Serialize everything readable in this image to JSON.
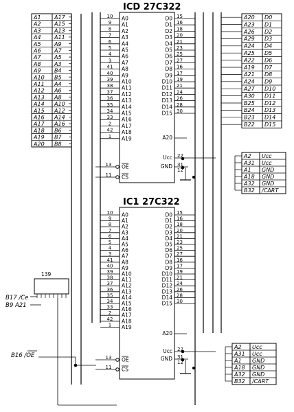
{
  "ic_top": {
    "title": "ICD 27C322",
    "left_pins": [
      {
        "pin": "10",
        "name": "A0"
      },
      {
        "pin": "9",
        "name": "A1"
      },
      {
        "pin": "8",
        "name": "A2"
      },
      {
        "pin": "7",
        "name": "A3"
      },
      {
        "pin": "6",
        "name": "A4"
      },
      {
        "pin": "5",
        "name": "A5"
      },
      {
        "pin": "4",
        "name": "A6"
      },
      {
        "pin": "3",
        "name": "A7"
      },
      {
        "pin": "41",
        "name": "A8"
      },
      {
        "pin": "40",
        "name": "A9"
      },
      {
        "pin": "39",
        "name": "A10"
      },
      {
        "pin": "38",
        "name": "A11"
      },
      {
        "pin": "37",
        "name": "A12"
      },
      {
        "pin": "36",
        "name": "A13"
      },
      {
        "pin": "35",
        "name": "A14"
      },
      {
        "pin": "34",
        "name": "A15"
      },
      {
        "pin": "33",
        "name": "A16"
      },
      {
        "pin": "2",
        "name": "A17"
      },
      {
        "pin": "42",
        "name": "A18"
      },
      {
        "pin": "1",
        "name": "A19"
      }
    ],
    "right_pins": [
      {
        "pin": "15",
        "name": "D0"
      },
      {
        "pin": "16",
        "name": "D1"
      },
      {
        "pin": "18",
        "name": "D2"
      },
      {
        "pin": "20",
        "name": "D3"
      },
      {
        "pin": "21",
        "name": "D4"
      },
      {
        "pin": "23",
        "name": "D5"
      },
      {
        "pin": "25",
        "name": "D6"
      },
      {
        "pin": "27",
        "name": "D7"
      },
      {
        "pin": "16",
        "name": "D8"
      },
      {
        "pin": "17",
        "name": "D9"
      },
      {
        "pin": "19",
        "name": "D10"
      },
      {
        "pin": "21",
        "name": "D11"
      },
      {
        "pin": "24",
        "name": "D12"
      },
      {
        "pin": "26",
        "name": "D13"
      },
      {
        "pin": "28",
        "name": "D14"
      },
      {
        "pin": "30",
        "name": "D15"
      }
    ],
    "a20": "A20",
    "oe": {
      "pin": "13",
      "name": "OE"
    },
    "cs": {
      "pin": "11",
      "name": "CS"
    },
    "ucc": {
      "pin": "22",
      "name": "Ucc"
    },
    "gnd": {
      "pin": "31",
      "name": "GND"
    },
    "gnd2_pin": "12"
  },
  "ic_bottom": {
    "title": "IC1 27C322",
    "left_pins": [
      {
        "pin": "10",
        "name": "A0"
      },
      {
        "pin": "9",
        "name": "A1"
      },
      {
        "pin": "8",
        "name": "A2"
      },
      {
        "pin": "7",
        "name": "A3"
      },
      {
        "pin": "6",
        "name": "A4"
      },
      {
        "pin": "5",
        "name": "A5"
      },
      {
        "pin": "4",
        "name": "A6"
      },
      {
        "pin": "3",
        "name": "A7"
      },
      {
        "pin": "41",
        "name": "A8"
      },
      {
        "pin": "40",
        "name": "A9"
      },
      {
        "pin": "39",
        "name": "A10"
      },
      {
        "pin": "38",
        "name": "A11"
      },
      {
        "pin": "37",
        "name": "A12"
      },
      {
        "pin": "36",
        "name": "A13"
      },
      {
        "pin": "35",
        "name": "A14"
      },
      {
        "pin": "34",
        "name": "A15"
      },
      {
        "pin": "33",
        "name": "A16"
      },
      {
        "pin": "2",
        "name": "A17"
      },
      {
        "pin": "42",
        "name": "A18"
      },
      {
        "pin": "1",
        "name": "A19"
      }
    ],
    "right_pins": [
      {
        "pin": "15",
        "name": "D0"
      },
      {
        "pin": "16",
        "name": "D1"
      },
      {
        "pin": "18",
        "name": "D2"
      },
      {
        "pin": "20",
        "name": "D3"
      },
      {
        "pin": "21",
        "name": "D4"
      },
      {
        "pin": "23",
        "name": "D5"
      },
      {
        "pin": "25",
        "name": "D6"
      },
      {
        "pin": "27",
        "name": "D7"
      },
      {
        "pin": "16",
        "name": "D8"
      },
      {
        "pin": "17",
        "name": "D9"
      },
      {
        "pin": "19",
        "name": "D10"
      },
      {
        "pin": "21",
        "name": "D11"
      },
      {
        "pin": "24",
        "name": "D12"
      },
      {
        "pin": "26",
        "name": "D13"
      },
      {
        "pin": "28",
        "name": "D14"
      },
      {
        "pin": "30",
        "name": "D15"
      }
    ],
    "a20": "A20",
    "oe": {
      "pin": "13",
      "name": "OE"
    },
    "cs": {
      "pin": "11",
      "name": "CS"
    },
    "ucc": {
      "pin": "22",
      "name": "Ucc"
    },
    "gnd": {
      "pin": "31",
      "name": "GND"
    },
    "gnd2_pin": "12"
  },
  "left_table": [
    [
      "A1",
      "A17"
    ],
    [
      "A2",
      "A15"
    ],
    [
      "A3",
      "A13"
    ],
    [
      "A4",
      "A11"
    ],
    [
      "A5",
      "A9"
    ],
    [
      "A6",
      "A7"
    ],
    [
      "A7",
      "A5"
    ],
    [
      "A8",
      "A3"
    ],
    [
      "A9",
      "B4"
    ],
    [
      "A10",
      "B5"
    ],
    [
      "A11",
      "A4"
    ],
    [
      "A12",
      "A6"
    ],
    [
      "A13",
      "A8"
    ],
    [
      "A14",
      "A10"
    ],
    [
      "A15",
      "A12"
    ],
    [
      "A16",
      "A14"
    ],
    [
      "A17",
      "A16"
    ],
    [
      "A18",
      "B6"
    ],
    [
      "A19",
      "B7"
    ],
    [
      "A20",
      "B8"
    ]
  ],
  "right_table": [
    [
      "A20",
      "D0"
    ],
    [
      "A23",
      "D1"
    ],
    [
      "A26",
      "D2"
    ],
    [
      "A29",
      "D3"
    ],
    [
      "A24",
      "D4"
    ],
    [
      "A25",
      "D5"
    ],
    [
      "A22",
      "D6"
    ],
    [
      "A19",
      "D7"
    ],
    [
      "A21",
      "D8"
    ],
    [
      "A24",
      "D9"
    ],
    [
      "A27",
      "D10"
    ],
    [
      "A30",
      "D11"
    ],
    [
      "B25",
      "D12"
    ],
    [
      "B24",
      "D13"
    ],
    [
      "B23",
      "D14"
    ],
    [
      "B22",
      "D15"
    ]
  ],
  "power_table_top": [
    [
      "A2",
      "Ucc"
    ],
    [
      "A31",
      "Ucc"
    ],
    [
      "A1",
      "GND"
    ],
    [
      "A18",
      "GND"
    ],
    [
      "A32",
      "GND"
    ],
    [
      "B32",
      "/CART"
    ]
  ],
  "power_table_bottom": [
    [
      "A2",
      "Ucc"
    ],
    [
      "A31",
      "Ucc"
    ],
    [
      "A1",
      "GND"
    ],
    [
      "A18",
      "GND"
    ],
    [
      "A32",
      "GND"
    ],
    [
      "B32",
      "/CART"
    ]
  ],
  "ic_small": {
    "title": "139"
  },
  "external_labels": {
    "b17": "B17 /Ce",
    "b9": "B9 A21",
    "b16": "B16 /OE"
  }
}
